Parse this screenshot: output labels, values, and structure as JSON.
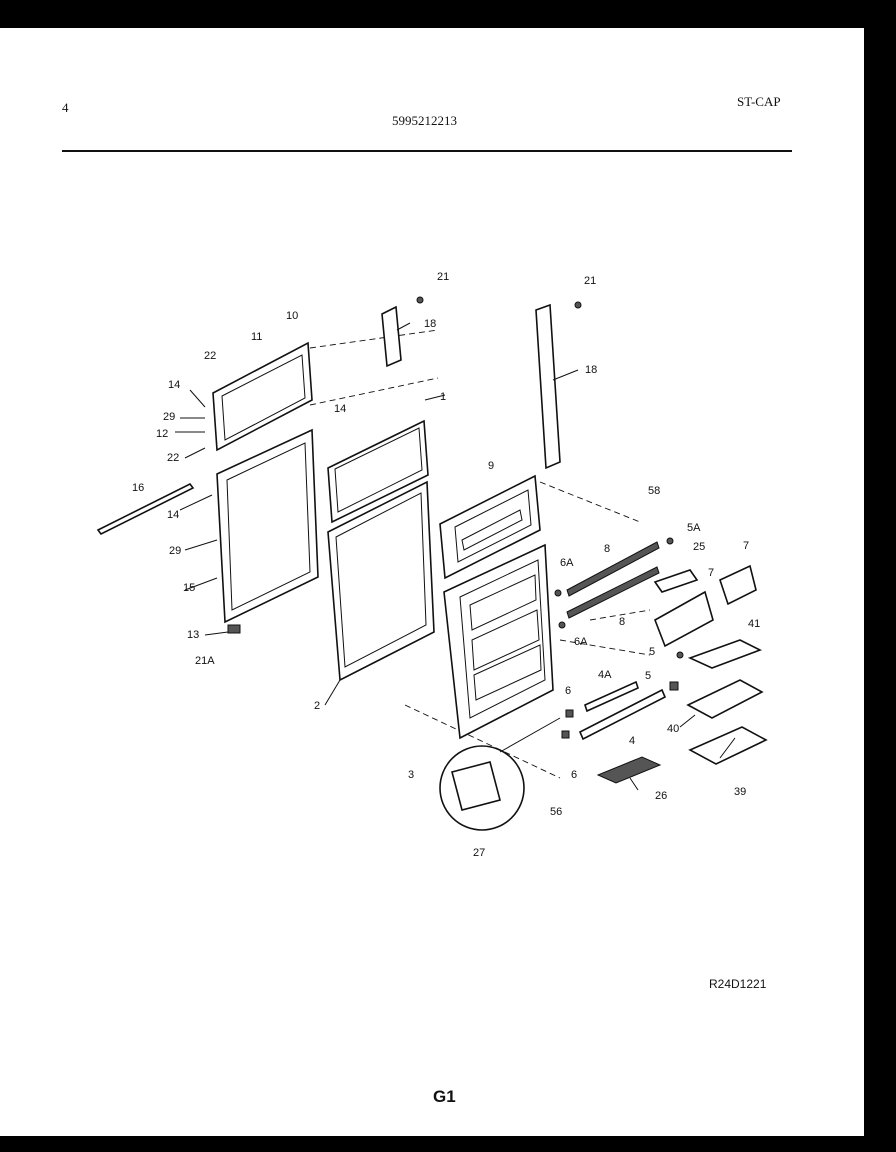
{
  "header": {
    "page_number": "4",
    "part_number": "5995212213",
    "model_code": "ST-CAP"
  },
  "footer": {
    "drawing_id": "R24D1221",
    "section": "G1"
  },
  "callouts": {
    "c1": "1",
    "c2": "2",
    "c3": "3",
    "c4": "4",
    "c4a": "4A",
    "c5a": "5",
    "c5b": "5",
    "c5A": "5A",
    "c6a": "6",
    "c6b": "6",
    "c6A1": "6A",
    "c6A2": "6A",
    "c7a": "7",
    "c7b": "7",
    "c8a": "8",
    "c8b": "8",
    "c9": "9",
    "c10": "10",
    "c11": "11",
    "c12": "12",
    "c13": "13",
    "c14a": "14",
    "c14b": "14",
    "c14c": "14",
    "c15": "15",
    "c16": "16",
    "c18a": "18",
    "c18b": "18",
    "c21a": "21",
    "c21b": "21",
    "c21A": "21A",
    "c22a": "22",
    "c22b": "22",
    "c25": "25",
    "c26": "26",
    "c27": "27",
    "c29a": "29",
    "c29b": "29",
    "c39": "39",
    "c40": "40",
    "c41": "41",
    "c56": "56",
    "c58": "58"
  }
}
